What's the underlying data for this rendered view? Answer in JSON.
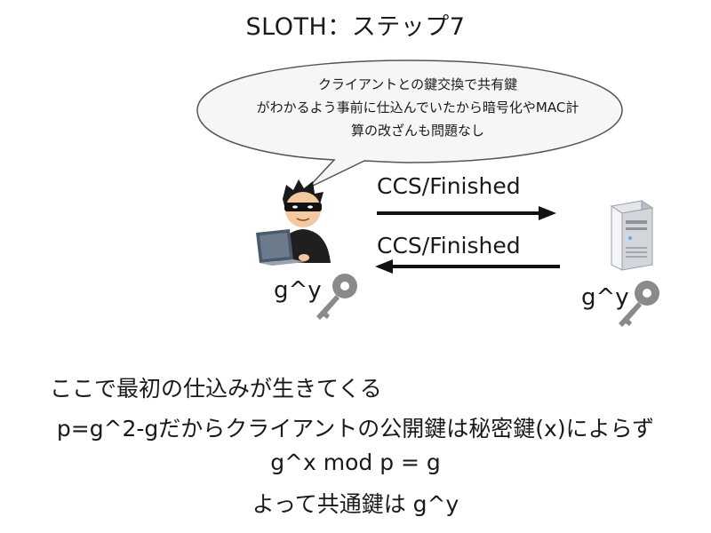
{
  "slide": {
    "title": "SLOTH：ステップ7"
  },
  "speech_bubble": {
    "lines": [
      "クライアントとの鍵交換で共有鍵",
      "がわかるよう事前に仕込んでいたから暗号化やMAC計",
      "算の改ざんも問題なし"
    ]
  },
  "messages": {
    "to_server": "CCS/Finished",
    "to_client": "CCS/Finished"
  },
  "keys": {
    "attacker_key_label": "g^y",
    "server_key_label": "g^y"
  },
  "explanation": {
    "lines": [
      "ここで最初の仕込みが生きてくる",
      "p=g^2-gだからクライアントの公開鍵は秘密鍵(x)によらず",
      "g^x mod p = g",
      "よって共通鍵は g^y"
    ]
  },
  "colors": {
    "arrow": "#111111",
    "key_gray": "#8a8a8a",
    "bubble_fill": "#f6f6f6"
  },
  "icons": {
    "attacker": "hacker-at-laptop-icon",
    "server": "server-tower-icon",
    "key": "key-icon"
  }
}
